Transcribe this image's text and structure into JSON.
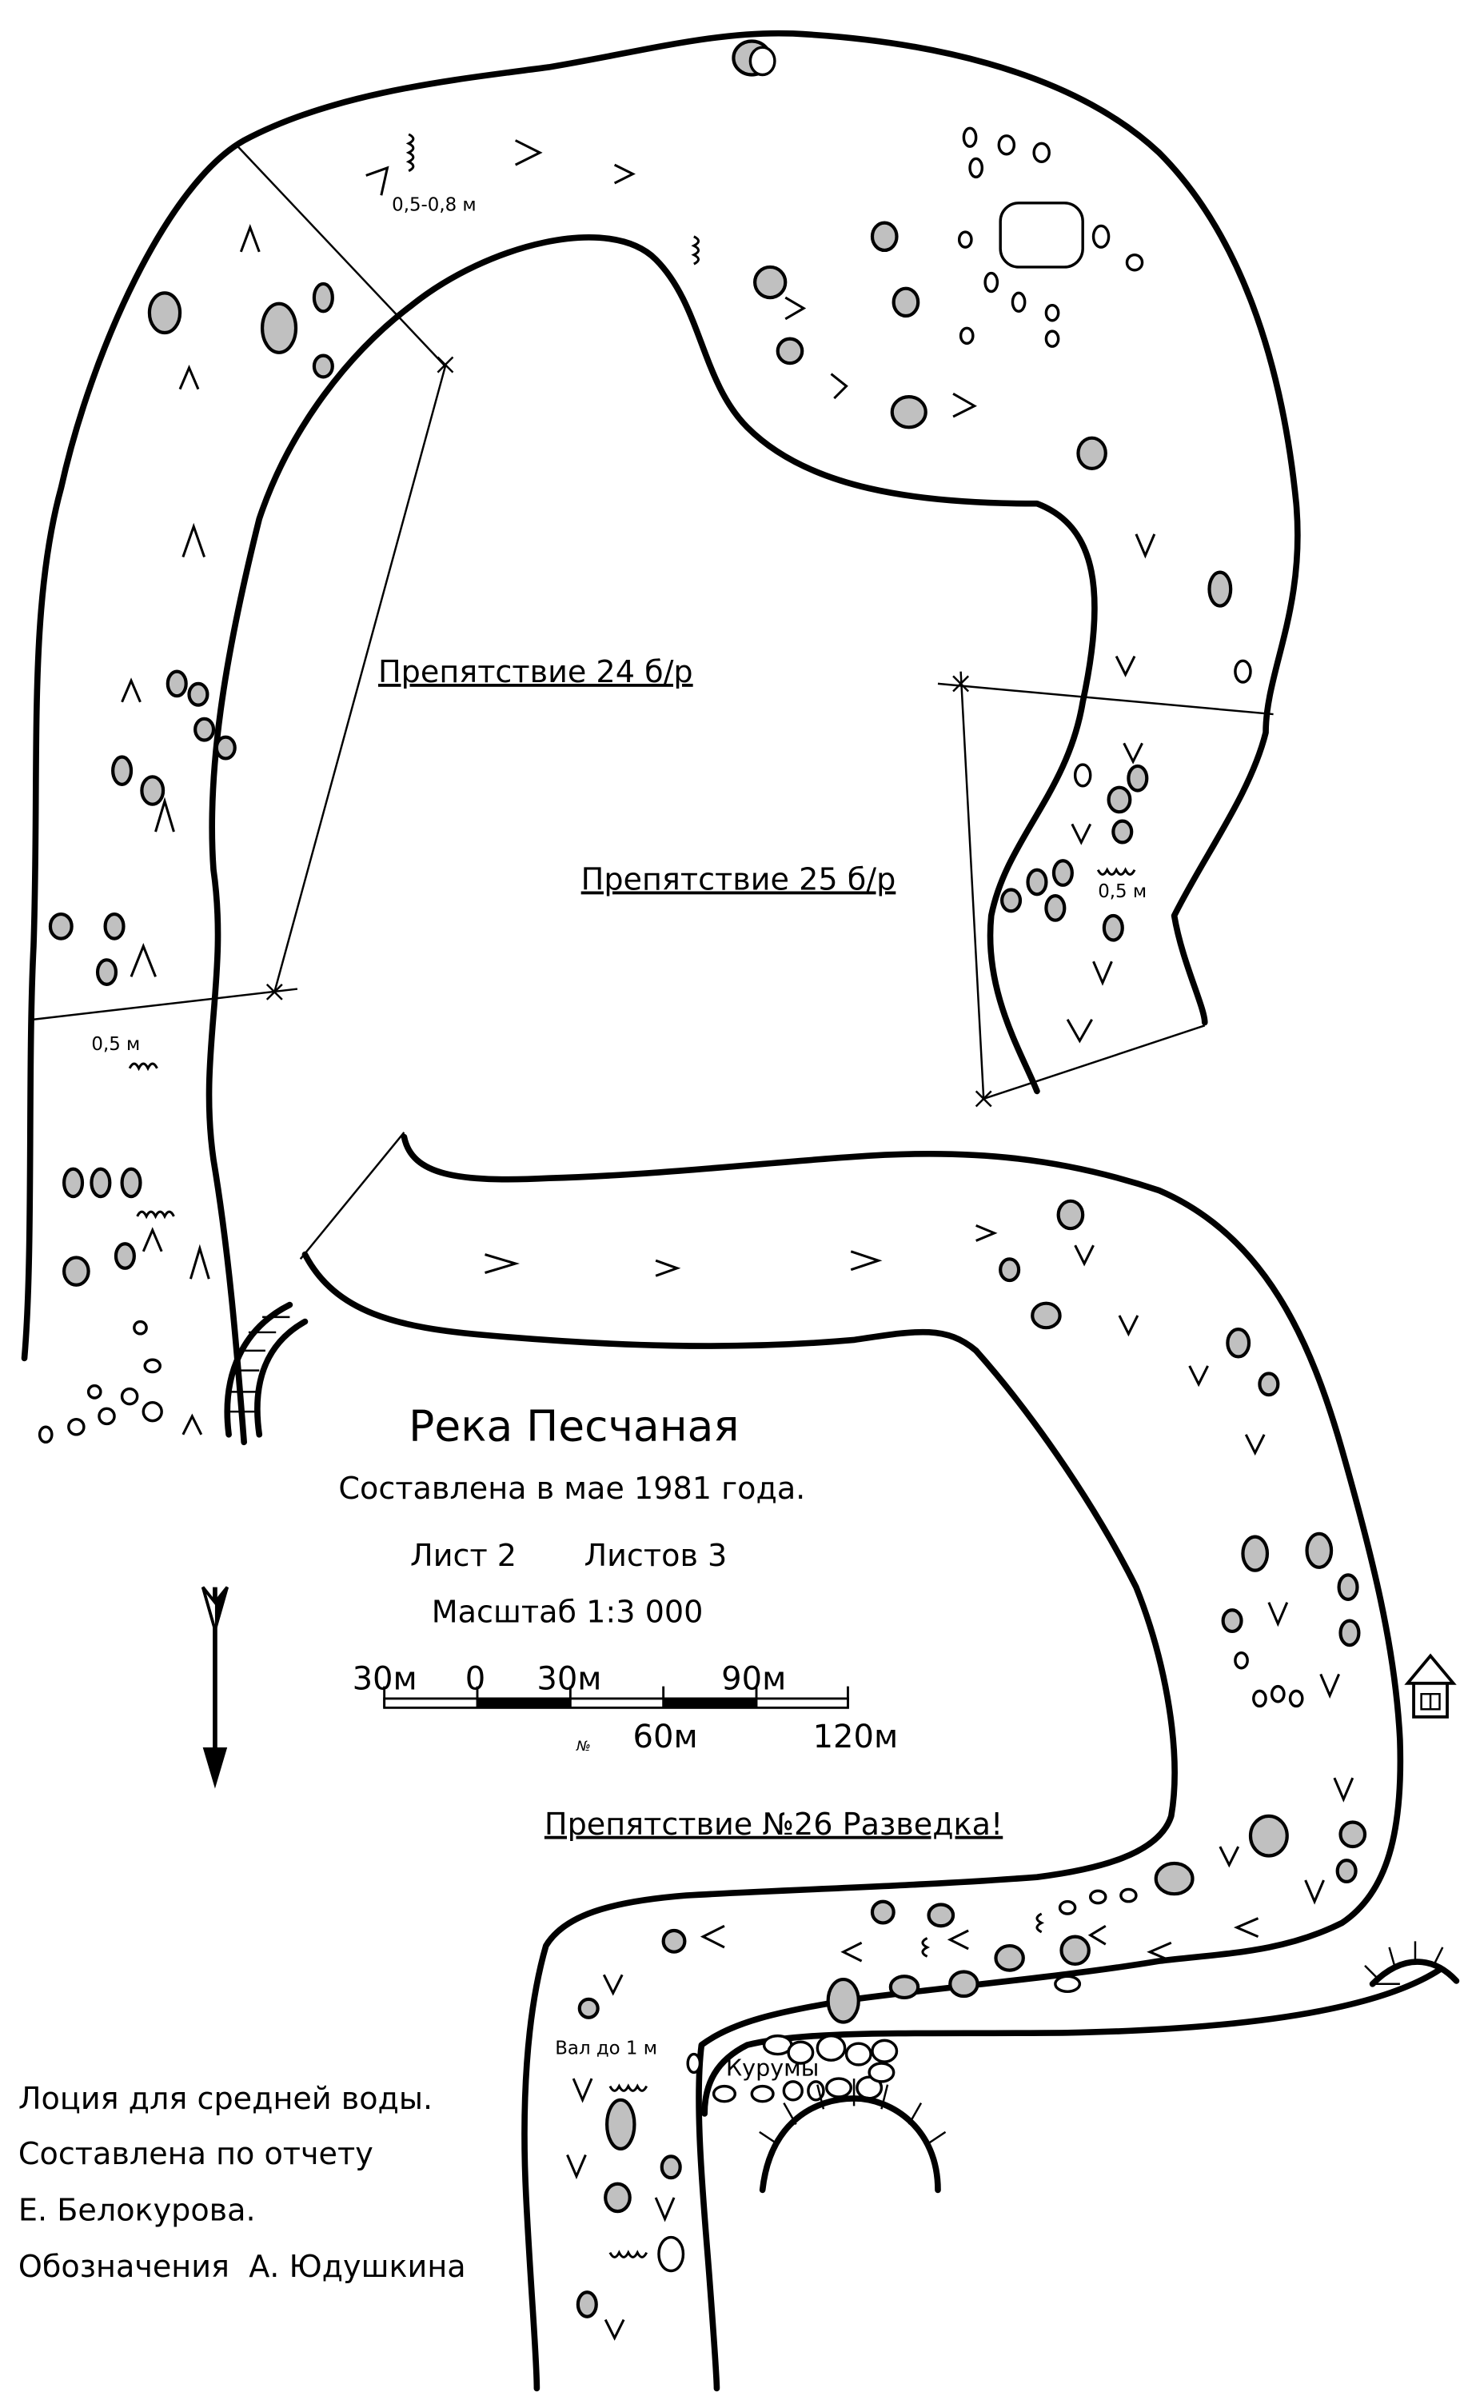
{
  "map": {
    "title": "Река Песчаная",
    "compiled": "Составлена в мае 1981 года.",
    "sheet": "Лист 2",
    "sheets_total": "Листов 3",
    "scale": "Масштаб 1:3 000",
    "scale_bar": {
      "top_labels": [
        "30м",
        "0",
        "30м",
        "90м"
      ],
      "bottom_labels": [
        "60м",
        "120м"
      ],
      "number_sign": "№"
    },
    "notes": [
      "Лоция для средней воды.",
      "Составлена по отчету",
      "Е. Белокурова.",
      "Обозначения  А. Юдушкина"
    ]
  },
  "labels": {
    "obstacle_24": "Препятствие 24 б/р",
    "obstacle_25": "Препятствие 25 б/р",
    "obstacle_26": "Препятствие №26 Разведка!",
    "depth_top": "0,5-0,8 м",
    "depth_left": "0,5 м",
    "depth_right": "0,5 м",
    "wave": "Вал до 1 м",
    "kurumy": "Курумы"
  },
  "colors": {
    "rock_fill": "#c0c0c0",
    "ink": "#000000"
  }
}
